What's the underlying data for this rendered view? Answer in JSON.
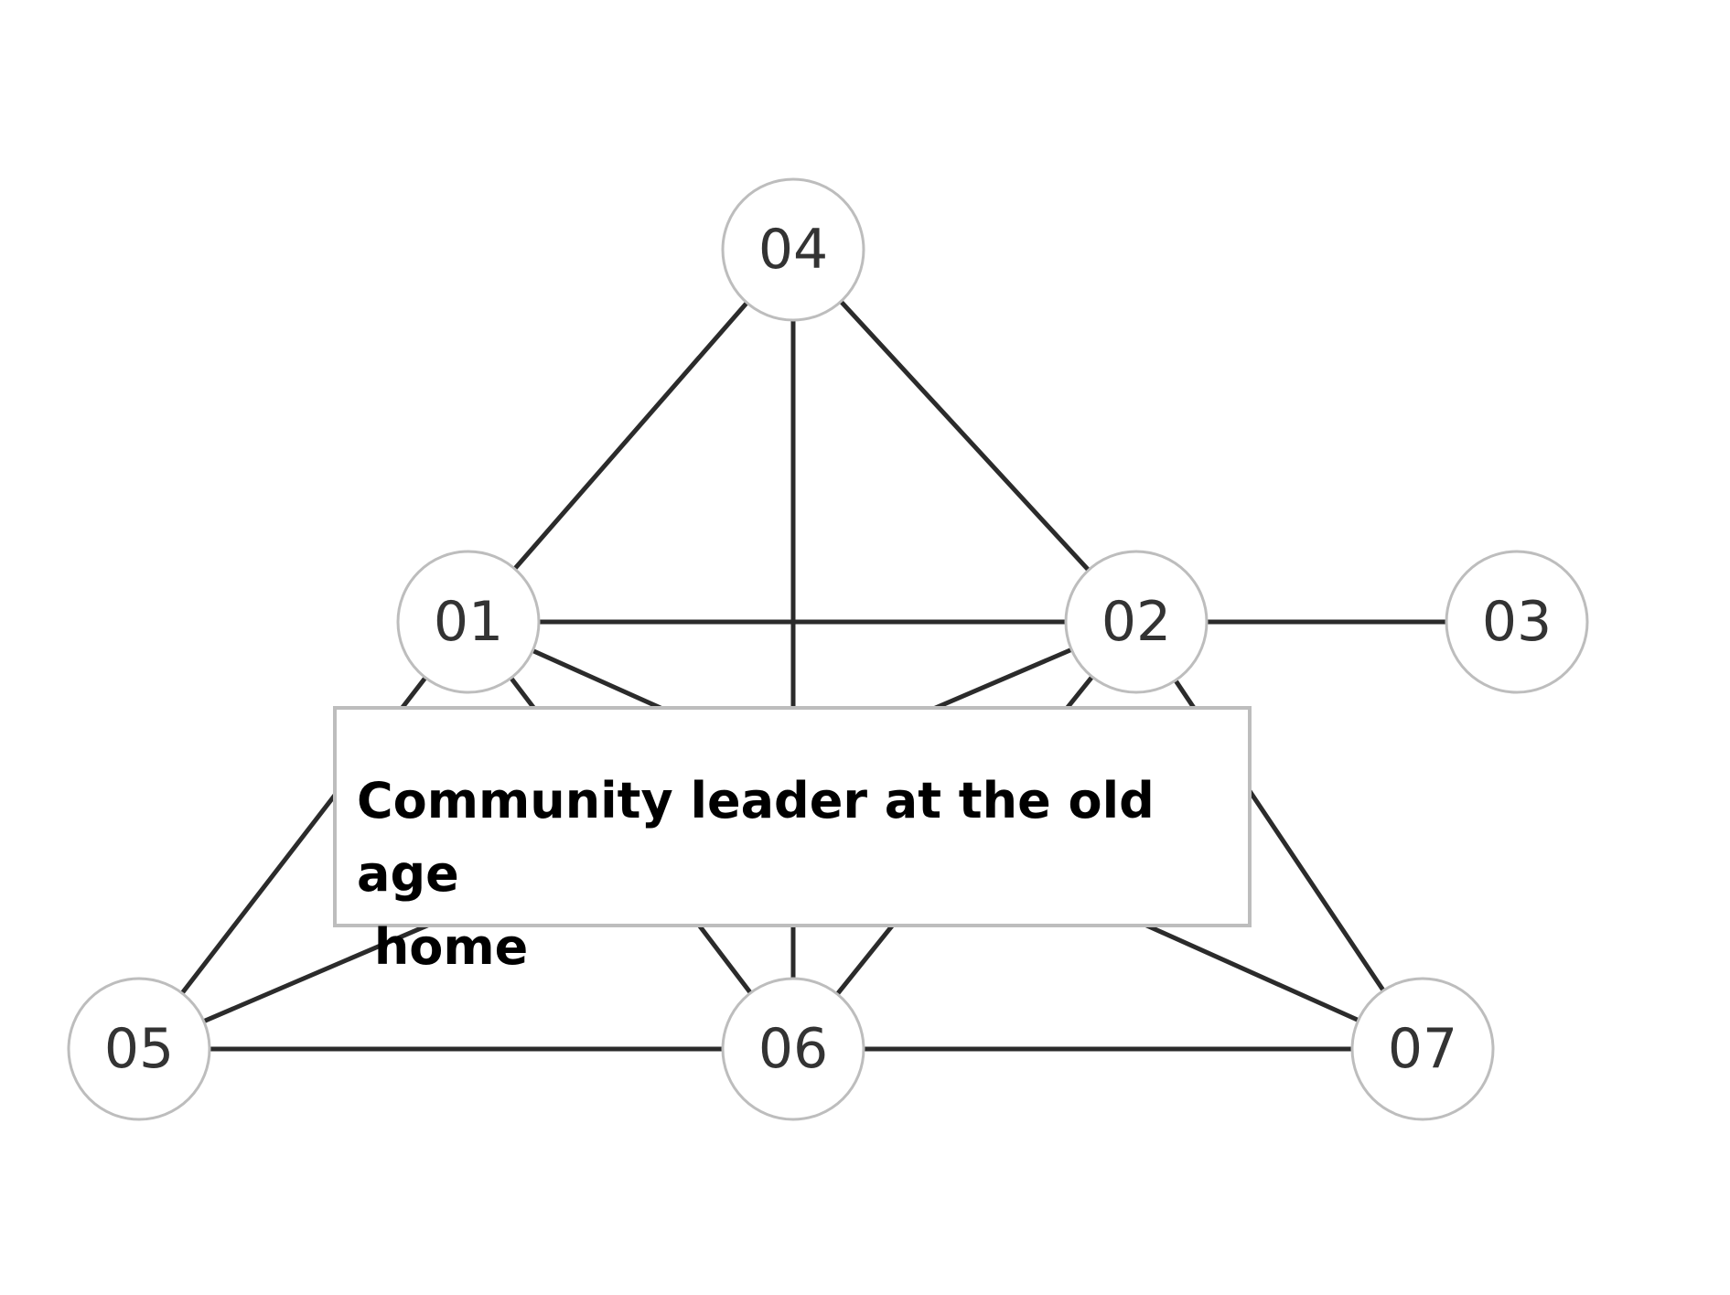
{
  "diagram": {
    "nodes": [
      {
        "id": "04",
        "label": "04"
      },
      {
        "id": "01",
        "label": "01"
      },
      {
        "id": "02",
        "label": "02"
      },
      {
        "id": "03",
        "label": "03"
      },
      {
        "id": "05",
        "label": "05"
      },
      {
        "id": "06",
        "label": "06"
      },
      {
        "id": "07",
        "label": "07"
      }
    ],
    "edges": [
      [
        "04",
        "01"
      ],
      [
        "04",
        "02"
      ],
      [
        "04",
        "06"
      ],
      [
        "01",
        "02"
      ],
      [
        "02",
        "03"
      ],
      [
        "01",
        "05"
      ],
      [
        "01",
        "06"
      ],
      [
        "01",
        "07"
      ],
      [
        "02",
        "05"
      ],
      [
        "02",
        "06"
      ],
      [
        "02",
        "07"
      ],
      [
        "05",
        "06"
      ],
      [
        "06",
        "07"
      ]
    ],
    "colors": {
      "edge": "#2b2b2b",
      "node_stroke": "#bdbdbd",
      "node_fill": "#ffffff",
      "node_text": "#333333"
    }
  },
  "callout": {
    "text": "Community leader at the old age\n home"
  }
}
